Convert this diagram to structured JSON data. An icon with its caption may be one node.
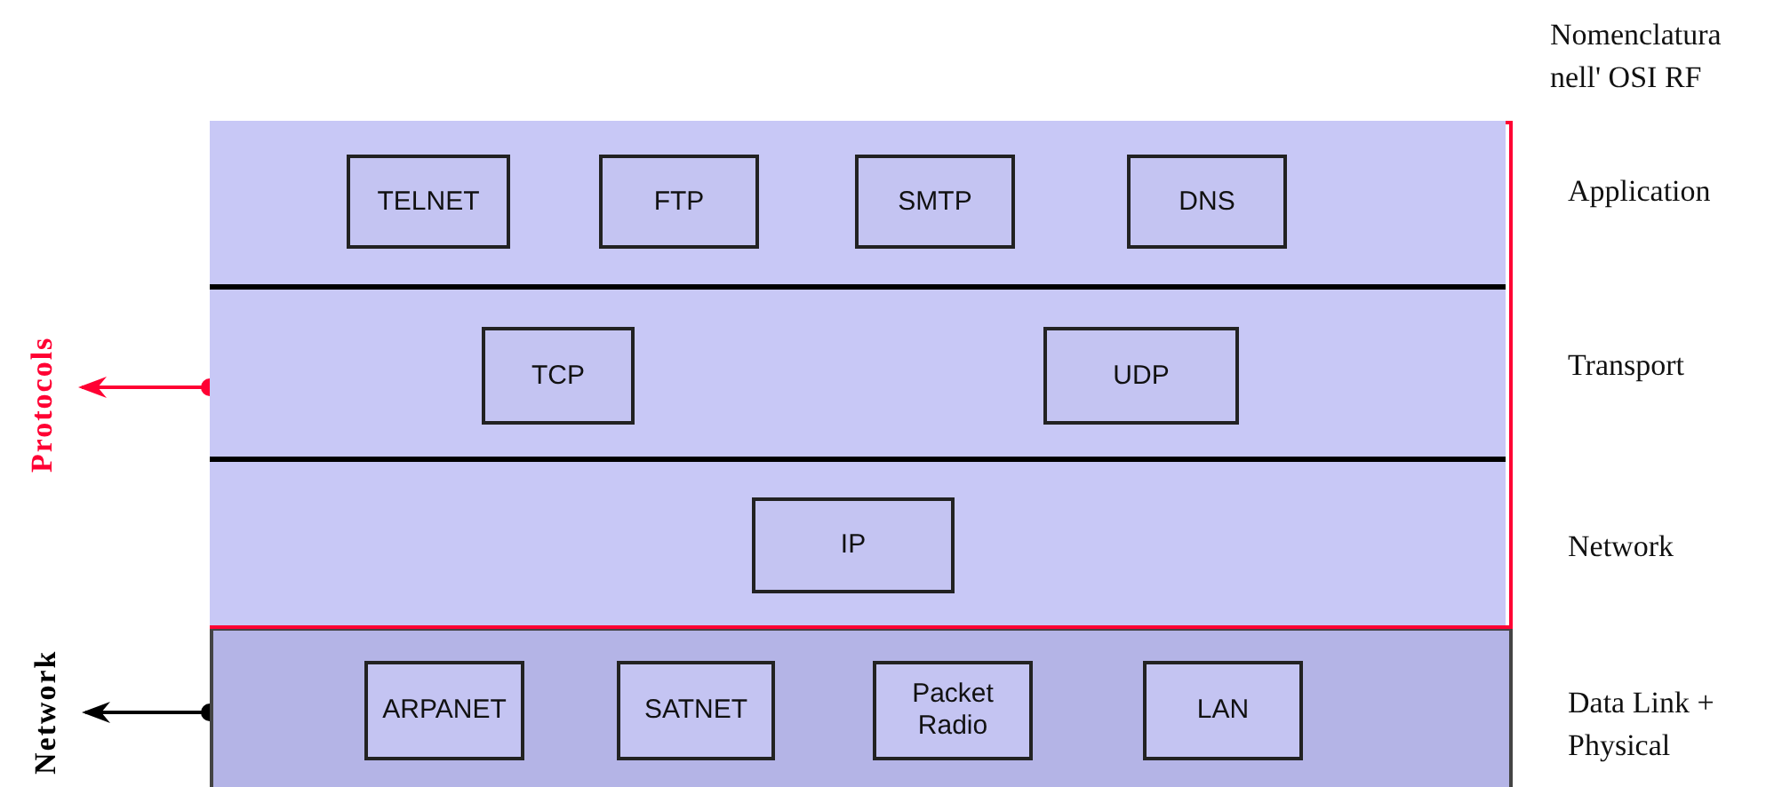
{
  "diagram": {
    "nodes": [
      {
        "text": [],
        "shape": "box"
      },
      {
        "text": [],
        "shape": "band",
        "in": 0,
        "beside": [
          "Application"
        ]
      },
      {
        "text": [
          "TELNET"
        ],
        "in": 1
      },
      {
        "text": [
          "FTP"
        ],
        "in": 1
      },
      {
        "text": [
          "SMTP"
        ],
        "in": 1
      },
      {
        "text": [
          "DNS"
        ],
        "in": 1
      },
      {
        "text": [],
        "shape": "band",
        "in": 0,
        "beside": [
          "Transport"
        ]
      },
      {
        "text": [
          "TCP"
        ],
        "in": 6
      },
      {
        "text": [
          "UDP"
        ],
        "in": 6
      },
      {
        "text": [],
        "shape": "band",
        "in": 0,
        "beside": [
          "Network"
        ]
      },
      {
        "text": [
          "IP"
        ],
        "in": 9
      },
      {
        "text": [],
        "shape": "band",
        "beside": [
          "Data Link + Physical"
        ]
      },
      {
        "text": [
          "ARPANET"
        ],
        "in": 11
      },
      {
        "text": [
          "SATNET"
        ],
        "in": 11
      },
      {
        "text": [
          "Packet Radio"
        ],
        "in": 11
      },
      {
        "text": [
          "LAN"
        ],
        "in": 11
      },
      {
        "text": [
          "Protocols"
        ]
      },
      {
        "text": [
          "Network"
        ]
      }
    ],
    "edges": [
      {
        "from": 0,
        "to": 16,
        "arrow": "to",
        "color": "#ff0033"
      },
      {
        "from": 11,
        "to": 17,
        "arrow": "to",
        "color": "#000000"
      }
    ],
    "labels": [
      "Nomenclatura nell' OSI RF"
    ]
  }
}
